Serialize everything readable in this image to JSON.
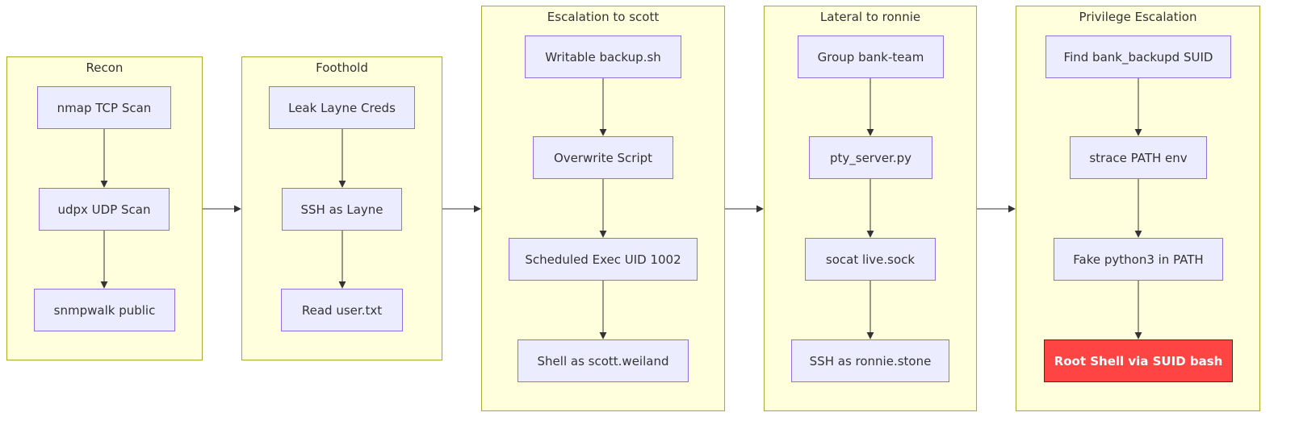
{
  "clusters": [
    {
      "title": "Recon",
      "nodes": [
        "nmap TCP Scan",
        "udpx UDP Scan",
        "snmpwalk public"
      ]
    },
    {
      "title": "Foothold",
      "nodes": [
        "Leak Layne Creds",
        "SSH as Layne",
        "Read user.txt"
      ]
    },
    {
      "title": "Escalation to scott",
      "nodes": [
        "Writable backup.sh",
        "Overwrite Script",
        "Scheduled Exec UID 1002",
        "Shell as scott.weiland"
      ]
    },
    {
      "title": "Lateral to ronnie",
      "nodes": [
        "Group bank-team",
        "pty_server.py",
        "socat live.sock",
        "SSH as ronnie.stone"
      ]
    },
    {
      "title": "Privilege Escalation",
      "nodes": [
        "Find bank_backupd SUID",
        "strace PATH env",
        "Fake python3 in PATH",
        "Root Shell via SUID bash"
      ]
    }
  ],
  "colors": {
    "cluster_fill": "#ffffde",
    "cluster_border": "#aaaa33",
    "node_fill": "#ececff",
    "node_border": "#9370db",
    "highlight_fill": "#ff4444",
    "edge": "#333333"
  }
}
